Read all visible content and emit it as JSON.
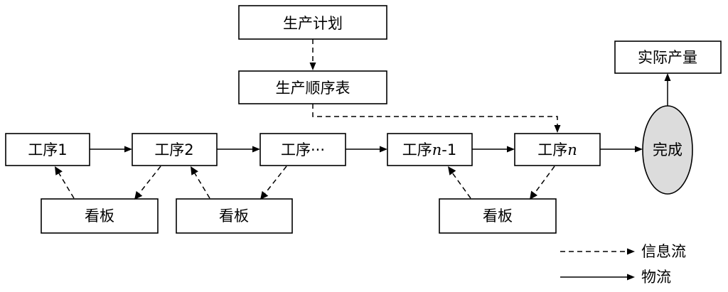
{
  "nodes": {
    "plan": "生产计划",
    "sequence": "生产顺序表",
    "actual": "实际产量",
    "done": "完成",
    "p1": "工序1",
    "p2": "工序2",
    "p3": "工序···",
    "pn1": {
      "prefix": "工序",
      "var": "n",
      "suffix": "-1"
    },
    "pn": {
      "prefix": "工序",
      "var": "n"
    },
    "kanban1": "看板",
    "kanban2": "看板",
    "kanban3": "看板"
  },
  "legend": {
    "info_flow": "信息流",
    "material_flow": "物流"
  }
}
